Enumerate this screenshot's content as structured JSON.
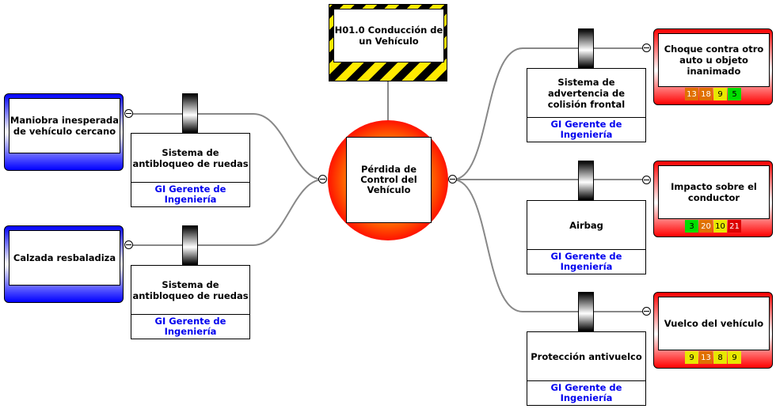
{
  "hazard": {
    "label": "H01.0 Conducción de un Vehículo"
  },
  "top_event": {
    "label": "Pérdida de Control del Vehículo"
  },
  "threats": [
    {
      "label": "Maniobra inesperada de vehículo cercano"
    },
    {
      "label": "Calzada resbaladiza"
    }
  ],
  "preventive_barriers": [
    {
      "label": "Sistema de antibloqueo de ruedas",
      "owner": "GI Gerente de Ingeniería"
    },
    {
      "label": "Sistema de antibloqueo de ruedas",
      "owner": "GI Gerente de Ingeniería"
    }
  ],
  "mitigative_barriers": [
    {
      "label": "Sistema de advertencia de colisión frontal",
      "owner": "GI Gerente de Ingeniería"
    },
    {
      "label": "Airbag",
      "owner": "GI Gerente de Ingeniería"
    },
    {
      "label": "Protección antivuelco",
      "owner": "GI Gerente de Ingeniería"
    }
  ],
  "consequences": [
    {
      "label": "Choque contra otro auto u objeto inanimado",
      "scores": [
        {
          "v": "13",
          "c": "#e07000",
          "t": "#fff"
        },
        {
          "v": "18",
          "c": "#e07000",
          "t": "#fff"
        },
        {
          "v": "9",
          "c": "#e8e800",
          "t": "#000"
        },
        {
          "v": "5",
          "c": "#00dd00",
          "t": "#000"
        }
      ]
    },
    {
      "label": "Impacto sobre el conductor",
      "scores": [
        {
          "v": "3",
          "c": "#00dd00",
          "t": "#000"
        },
        {
          "v": "20",
          "c": "#e07000",
          "t": "#fff"
        },
        {
          "v": "10",
          "c": "#e8e800",
          "t": "#000"
        },
        {
          "v": "21",
          "c": "#dd0000",
          "t": "#fff"
        }
      ]
    },
    {
      "label": "Vuelco del vehículo",
      "scores": [
        {
          "v": "9",
          "c": "#e8e800",
          "t": "#000"
        },
        {
          "v": "13",
          "c": "#e07000",
          "t": "#fff"
        },
        {
          "v": "8",
          "c": "#e8e800",
          "t": "#000"
        },
        {
          "v": "9",
          "c": "#e8e800",
          "t": "#000"
        }
      ]
    }
  ]
}
